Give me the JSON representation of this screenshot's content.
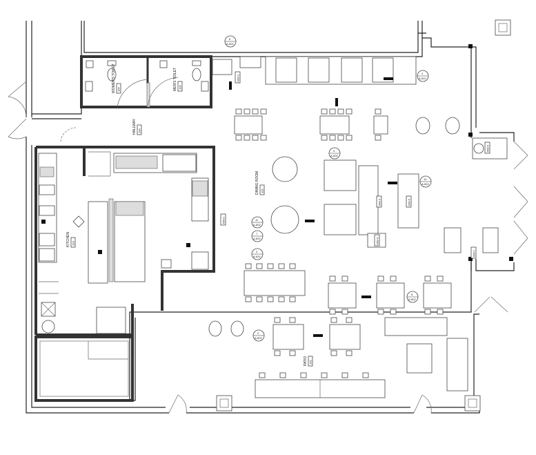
{
  "rooms": {
    "womens_toilet": {
      "name": "WOMEN'S TOILET",
      "number": "105"
    },
    "mens_toilet": {
      "name": "MEN'S TOILET",
      "number": "106"
    },
    "hallway": {
      "name": "HALLWAY",
      "number": "104"
    },
    "dining": {
      "name": "DINING ROOM",
      "number": "101"
    },
    "kitchen": {
      "name": "KITCHEN",
      "number": "103"
    },
    "patio": {
      "name": "PATIO",
      "number": "102"
    }
  },
  "elevation_tags": [
    {
      "num": "6",
      "sheet": "A-602"
    },
    {
      "num": "4",
      "sheet": "A-602"
    },
    {
      "num": "10",
      "sheet": "A-602"
    },
    {
      "num": "9",
      "sheet": "A-602"
    },
    {
      "num": "11",
      "sheet": "A-602"
    },
    {
      "num": "7",
      "sheet": "A-602"
    },
    {
      "num": "3",
      "sheet": "A-602"
    },
    {
      "num": "8",
      "sheet": "A-602"
    },
    {
      "num": "2",
      "sheet": "A-602"
    }
  ],
  "fixture_tags": [
    "MW-1",
    "MW-2",
    "MW-3",
    "MW-4",
    "MW-5",
    "MW-6",
    "MW-7"
  ]
}
